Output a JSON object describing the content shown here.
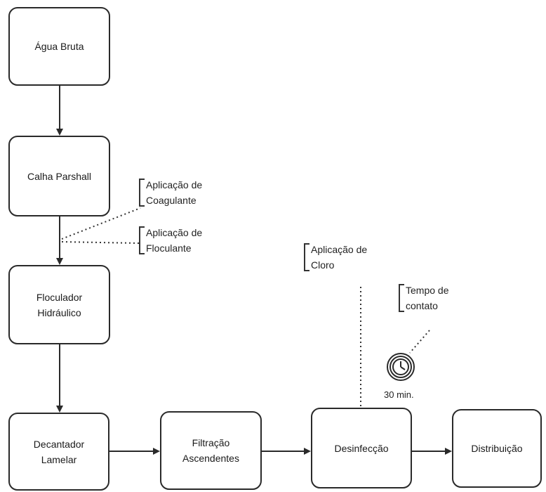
{
  "boxes": {
    "agua_bruta": "Água Bruta",
    "calha_parshall": "Calha Parshall",
    "floculador": [
      "Floculador",
      "Hidráulico"
    ],
    "decantador": [
      "Decantador",
      "Lamelar"
    ],
    "filtracao": [
      "Filtração",
      "Ascendentes"
    ],
    "desinfeccao": "Desinfecção",
    "distribuicao": "Distribuição"
  },
  "notes": {
    "coagulante": "Aplicação de\nCoagulante",
    "floculante": "Aplicação de\nFloculante",
    "cloro": "Aplicação de\nCloro",
    "tempo": "Tempo de\ncontato"
  },
  "clock": {
    "label": "30 min.",
    "icon": "clock-icon"
  }
}
